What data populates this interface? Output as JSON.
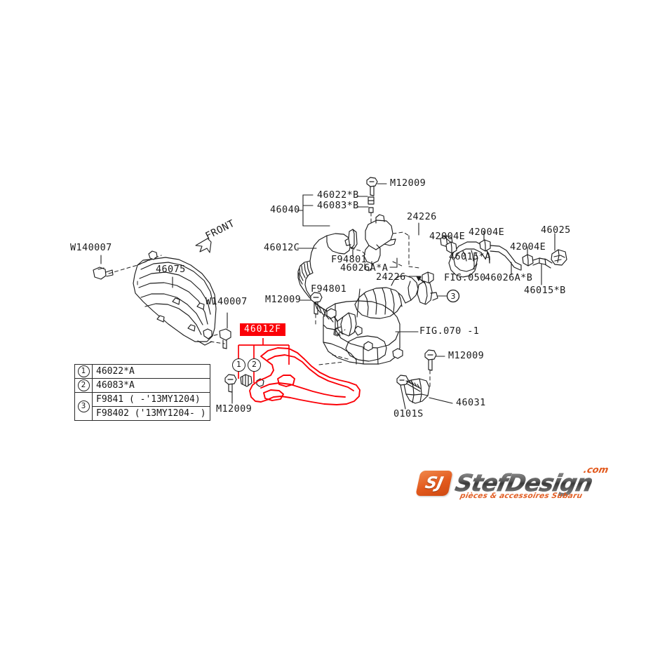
{
  "diagram": {
    "title": "Subaru air intake duct parts diagram",
    "highlight_color": "#fb0007",
    "line_color": "#1d1d1d",
    "highlighted_part": "46012F",
    "front_marker": "FRONT"
  },
  "labels": {
    "w140007_left": "W140007",
    "w140007_right": "W140007",
    "p46075": "46075",
    "p46040": "46040",
    "p46022b": "46022*B",
    "p46083b": "46083*B",
    "m12009_top": "M12009",
    "p46012c": "46012C",
    "f94801_upper": "F94801",
    "p46026aa": "46026A*A",
    "p24226_upper": "24226",
    "p24226_lower": "24226",
    "p42004e_1": "42004E",
    "p42004e_2": "42004E",
    "p42004e_3": "42004E",
    "p46015a": "46015*A",
    "p46015b": "46015*B",
    "p46026ab": "46026A*B",
    "p46025": "46025",
    "fig050": "FIG.050",
    "fig070": "FIG.070 -1",
    "m12009_left": "M12009",
    "f94801_lower": "F94801",
    "m12009_mid": "M12009",
    "m12009_right": "M12009",
    "p46031": "46031",
    "p0101s": "0101S"
  },
  "callouts": {
    "c1": "1",
    "c2": "2",
    "c3": "3"
  },
  "legend": {
    "rows": [
      {
        "num": "1",
        "part": "46022*A"
      },
      {
        "num": "2",
        "part": "46083*A"
      }
    ],
    "row3": {
      "num": "3",
      "part_a": "F9841  ( -'13MY1204)",
      "part_b": "F98402 ('13MY1204- )"
    }
  },
  "watermark": {
    "badge": "SJ",
    "name": "StefDesign",
    "tld": ".com",
    "tagline": "pièces & accessoires Subaru"
  }
}
